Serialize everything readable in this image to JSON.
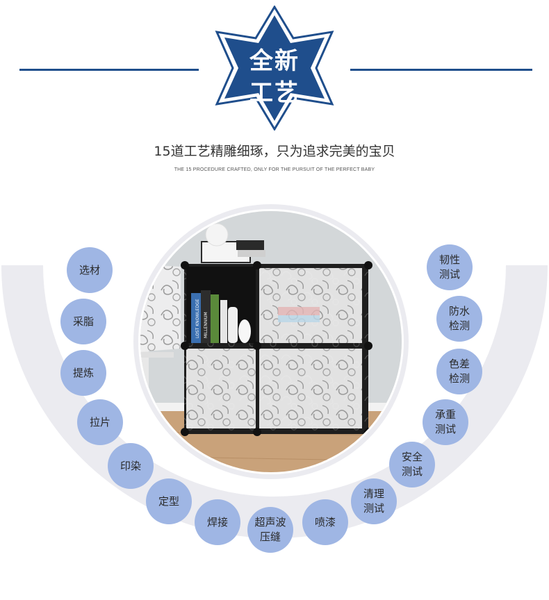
{
  "header": {
    "badge_line1": "全新",
    "badge_line2": "工艺",
    "subtitle": "15道工艺精雕细琢，只为追求完美的宝贝",
    "subtitle_en": "THE 15 PROCEDURE CRAFTED, ONLY FOR THE PURSUIT OF THE PERFECT BABY"
  },
  "colors": {
    "brand_blue": "#1f4e8c",
    "bubble_blue": "#9fb6e4",
    "arc_gray": "#ebebf0"
  },
  "product_image": {
    "icon": "storage-cabinet-photo",
    "book_labels": [
      "MILLENNIUM",
      "LOST KNOWLEDGE"
    ]
  },
  "process_steps": [
    {
      "lines": [
        "选材"
      ]
    },
    {
      "lines": [
        "采脂"
      ]
    },
    {
      "lines": [
        "提炼"
      ]
    },
    {
      "lines": [
        "拉片"
      ]
    },
    {
      "lines": [
        "印染"
      ]
    },
    {
      "lines": [
        "定型"
      ]
    },
    {
      "lines": [
        "焊接"
      ]
    },
    {
      "lines": [
        "超声波",
        "压缝"
      ]
    },
    {
      "lines": [
        "喷漆"
      ]
    },
    {
      "lines": [
        "清理",
        "测试"
      ]
    },
    {
      "lines": [
        "安全",
        "测试"
      ]
    },
    {
      "lines": [
        "承重",
        "测试"
      ]
    },
    {
      "lines": [
        "色差",
        "检测"
      ]
    },
    {
      "lines": [
        "防水",
        "检测"
      ]
    },
    {
      "lines": [
        "韧性",
        "测试"
      ]
    }
  ]
}
